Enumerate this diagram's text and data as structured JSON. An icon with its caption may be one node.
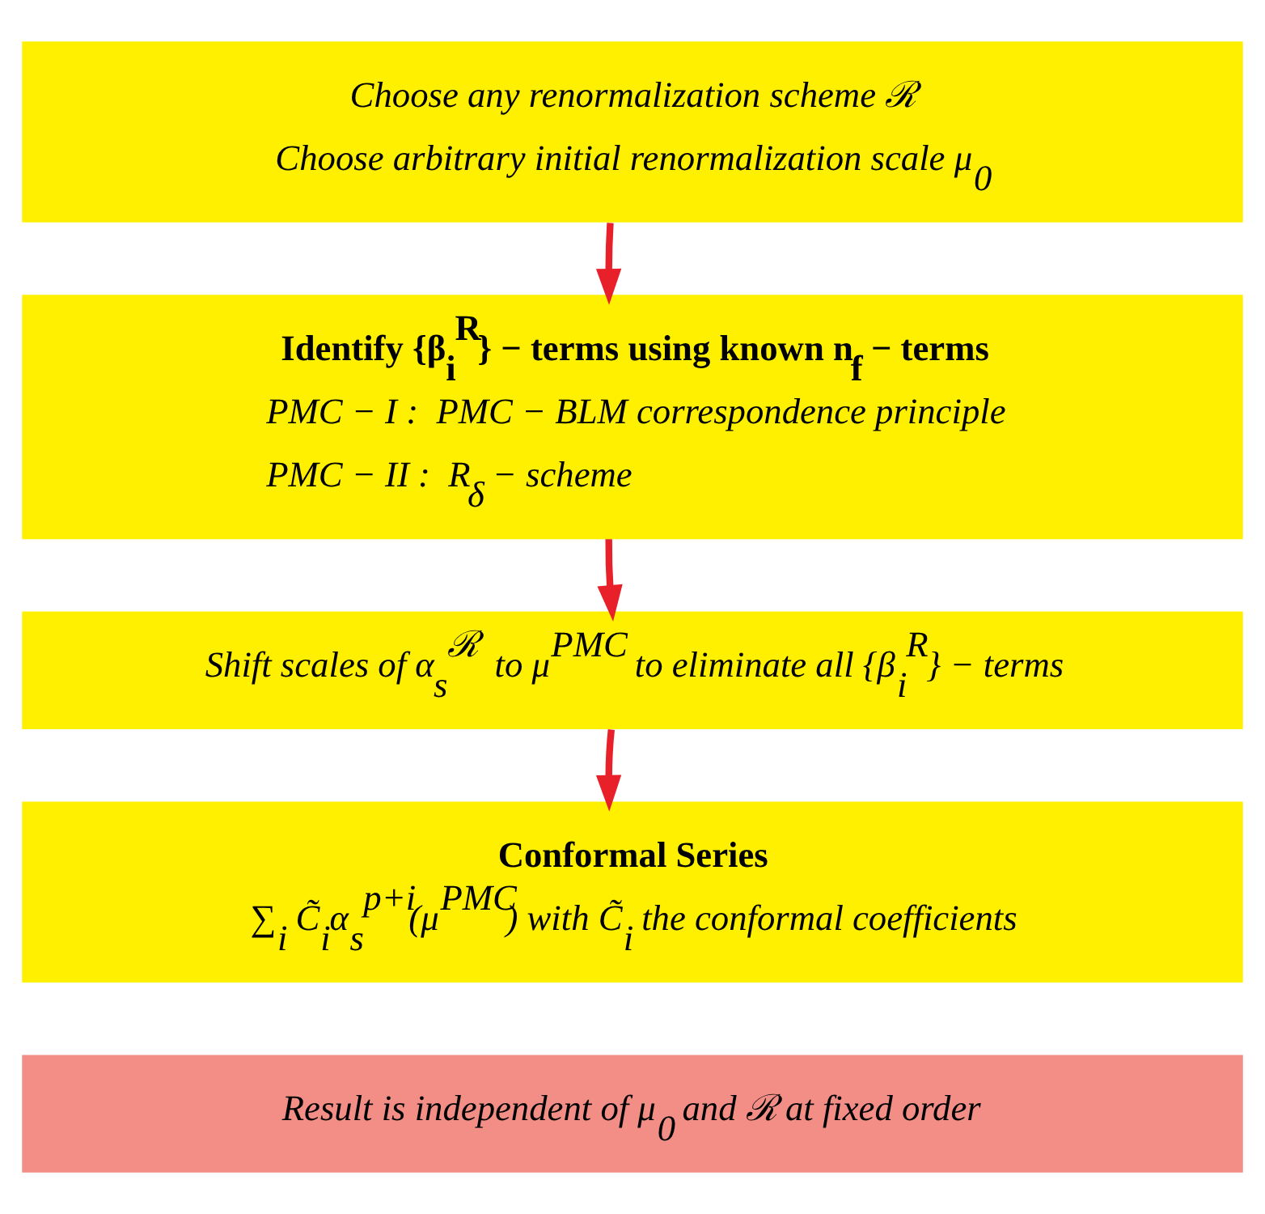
{
  "diagram": {
    "nodes": [
      {
        "text": [
          "Choose any renormalization scheme ℛ",
          "Choose arbitrary initial renormalization scale μ$_{0}$"
        ]
      },
      {
        "text": [
          "Identify {β$_{i}$$^{R}$} − terms using known n$_{f}$ − terms",
          "PMC − I :  PMC − BLM correspondence principle",
          "PMC − II :  R$_{δ}$ − scheme"
        ]
      },
      {
        "text": [
          "Shift scales of α$_{s}$$^{ℛ}$ to μ$^{PMC}$ to eliminate all {β$_{i}$$^{R}$} − terms"
        ]
      },
      {
        "text": [
          "Conformal Series",
          "∑$_{i}$ C̃$_{i}$α$_{s}$$^{p+i}$(μ$^{PMC}$) with C̃$_{i}$ the conformal coefficients"
        ]
      },
      {
        "text": [
          "Result is independent of μ$_{0}$ and ℛ at fixed order"
        ]
      }
    ],
    "edges": [
      {
        "from": 0,
        "to": 1,
        "arrow": "to"
      },
      {
        "from": 1,
        "to": 2,
        "arrow": "to"
      },
      {
        "from": 2,
        "to": 3,
        "arrow": "to"
      }
    ]
  }
}
